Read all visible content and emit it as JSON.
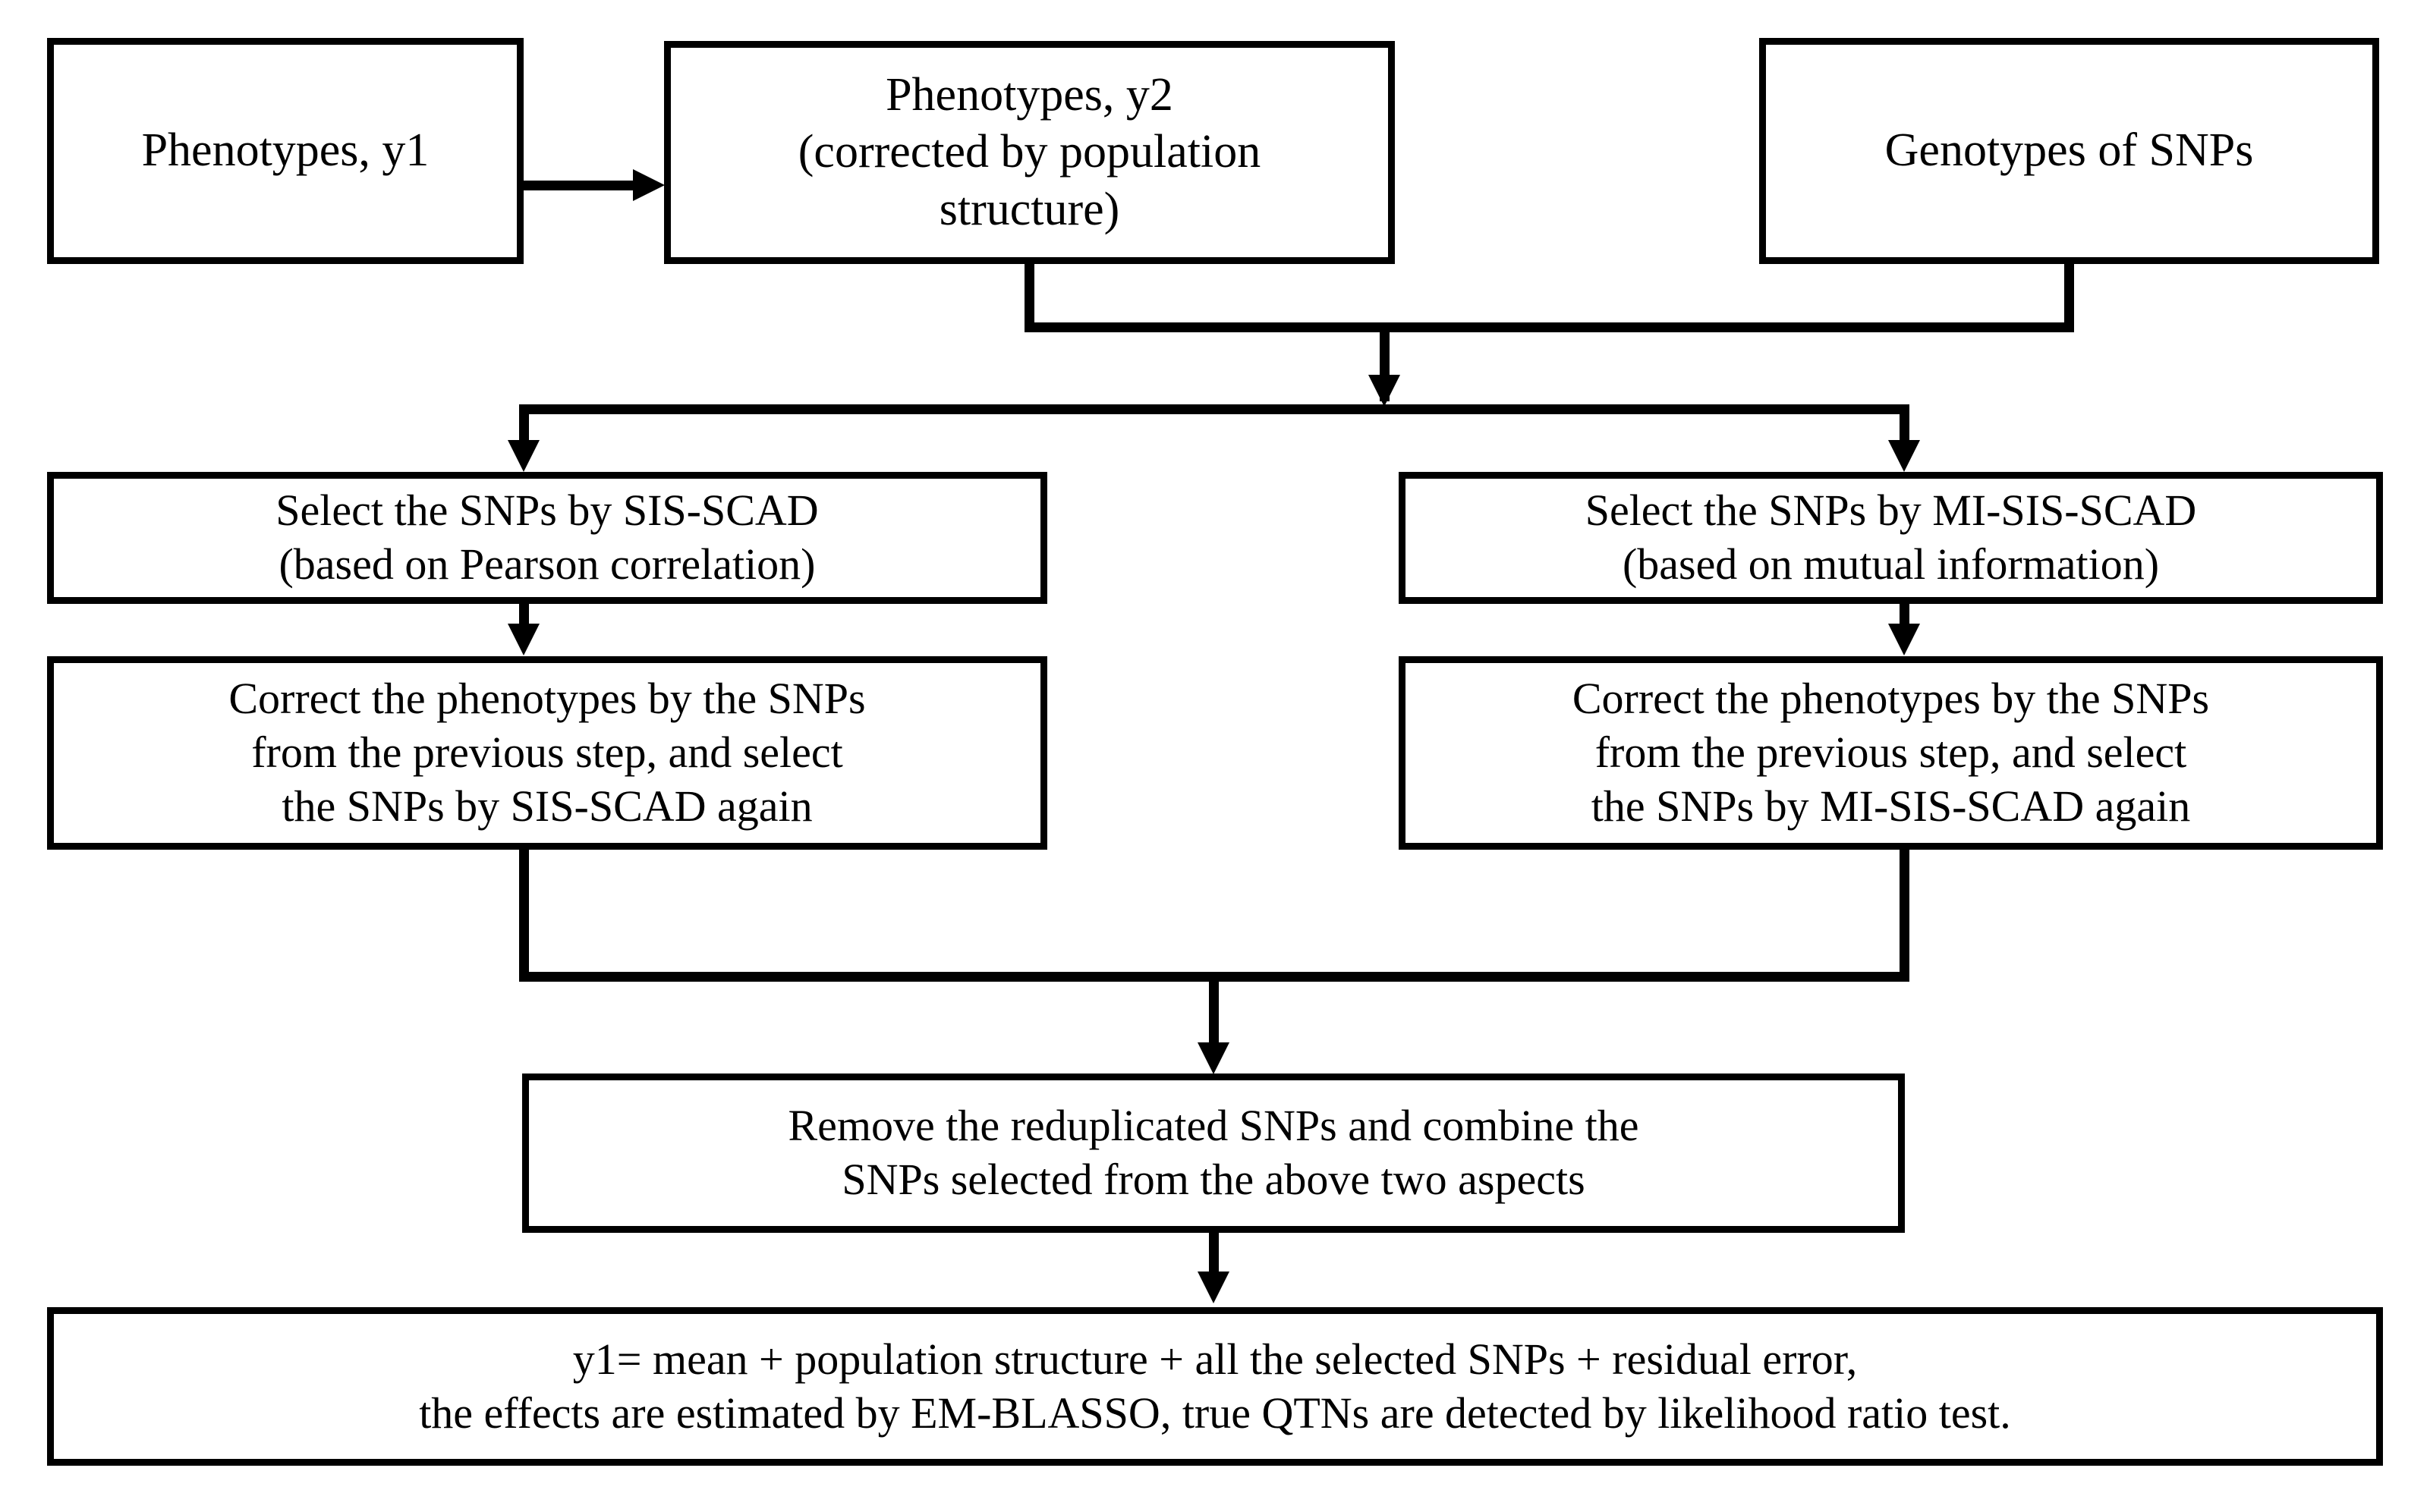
{
  "diagram": {
    "title": "GWAS SNP selection workflow",
    "background_color": "#ffffff",
    "line_color": "#000000",
    "nodes": {
      "phenotypes_y1": "Phenotypes, y1",
      "phenotypes_y2": "Phenotypes, y2\n(corrected by population\nstructure)",
      "genotypes_snps": "Genotypes of SNPs",
      "select_sis_scad": "Select the SNPs by SIS-SCAD\n(based on Pearson correlation)",
      "select_mi_sis_scad": "Select the SNPs by MI-SIS-SCAD\n(based on mutual information)",
      "correct_sis_scad": "Correct the phenotypes by the SNPs\nfrom the previous step, and select\nthe SNPs by SIS-SCAD again",
      "correct_mi_sis_scad": "Correct the phenotypes by the SNPs\nfrom the previous step, and select\nthe SNPs by MI-SIS-SCAD again",
      "remove_reduplicated": "Remove the reduplicated SNPs and combine the\nSNPs selected from the above two aspects",
      "final_model": "y1= mean + population structure + all the selected SNPs + residual error,\nthe effects are estimated by EM-BLASSO, true QTNs are detected by likelihood ratio test."
    },
    "edges": [
      {
        "from": "phenotypes_y1",
        "to": "phenotypes_y2",
        "direction": "right"
      },
      {
        "from": "phenotypes_y2",
        "to": "merge_inputs",
        "direction": "down"
      },
      {
        "from": "genotypes_snps",
        "to": "merge_inputs",
        "direction": "down"
      },
      {
        "from": "merge_inputs",
        "to": "split_branches",
        "direction": "down"
      },
      {
        "from": "split_branches",
        "to": "select_sis_scad",
        "direction": "down"
      },
      {
        "from": "split_branches",
        "to": "select_mi_sis_scad",
        "direction": "down"
      },
      {
        "from": "select_sis_scad",
        "to": "correct_sis_scad",
        "direction": "down"
      },
      {
        "from": "select_mi_sis_scad",
        "to": "correct_mi_sis_scad",
        "direction": "down"
      },
      {
        "from": "correct_sis_scad",
        "to": "remove_reduplicated",
        "direction": "down"
      },
      {
        "from": "correct_mi_sis_scad",
        "to": "remove_reduplicated",
        "direction": "down"
      },
      {
        "from": "remove_reduplicated",
        "to": "final_model",
        "direction": "down"
      }
    ]
  }
}
